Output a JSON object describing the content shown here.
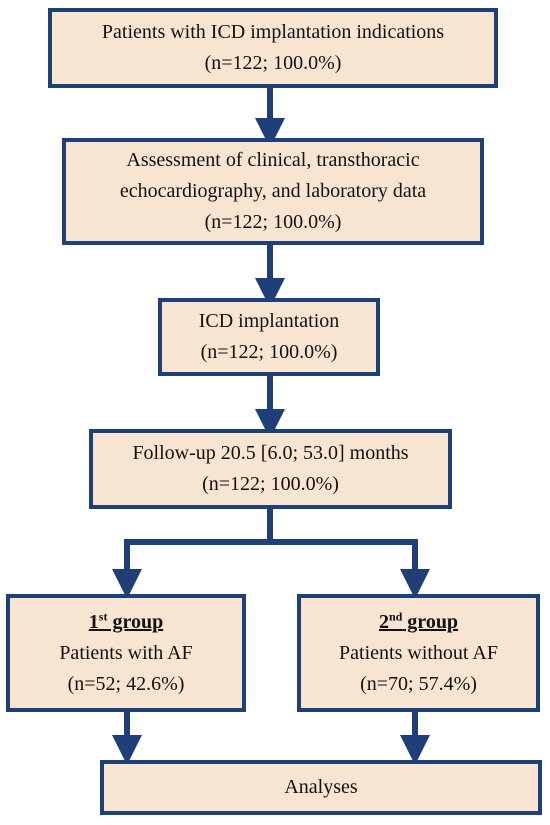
{
  "colors": {
    "box_fill": "#f8e5d1",
    "border": "#1f3f78",
    "text": "#111111"
  },
  "boxes": {
    "indications": {
      "line1": "Patients with ICD implantation indications",
      "line2": "(n=122; 100.0%)"
    },
    "assessment": {
      "line1": "Assessment of clinical, transthoracic",
      "line2": "echocardiography, and laboratory data",
      "line3": "(n=122; 100.0%)"
    },
    "implantation": {
      "line1": "ICD implantation",
      "line2": "(n=122; 100.0%)"
    },
    "followup": {
      "line1": "Follow-up 20.5 [6.0; 53.0] months",
      "line2": "(n=122; 100.0%)"
    },
    "group1": {
      "ordinal": "1",
      "suffix": "st",
      "word": " group",
      "line1": "Patients with AF",
      "line2": "(n=52; 42.6%)"
    },
    "group2": {
      "ordinal": "2",
      "suffix": "nd",
      "word": " group",
      "line1": "Patients without AF",
      "line2": "(n=70; 57.4%)"
    },
    "analyses": {
      "line1": "Analyses"
    }
  }
}
